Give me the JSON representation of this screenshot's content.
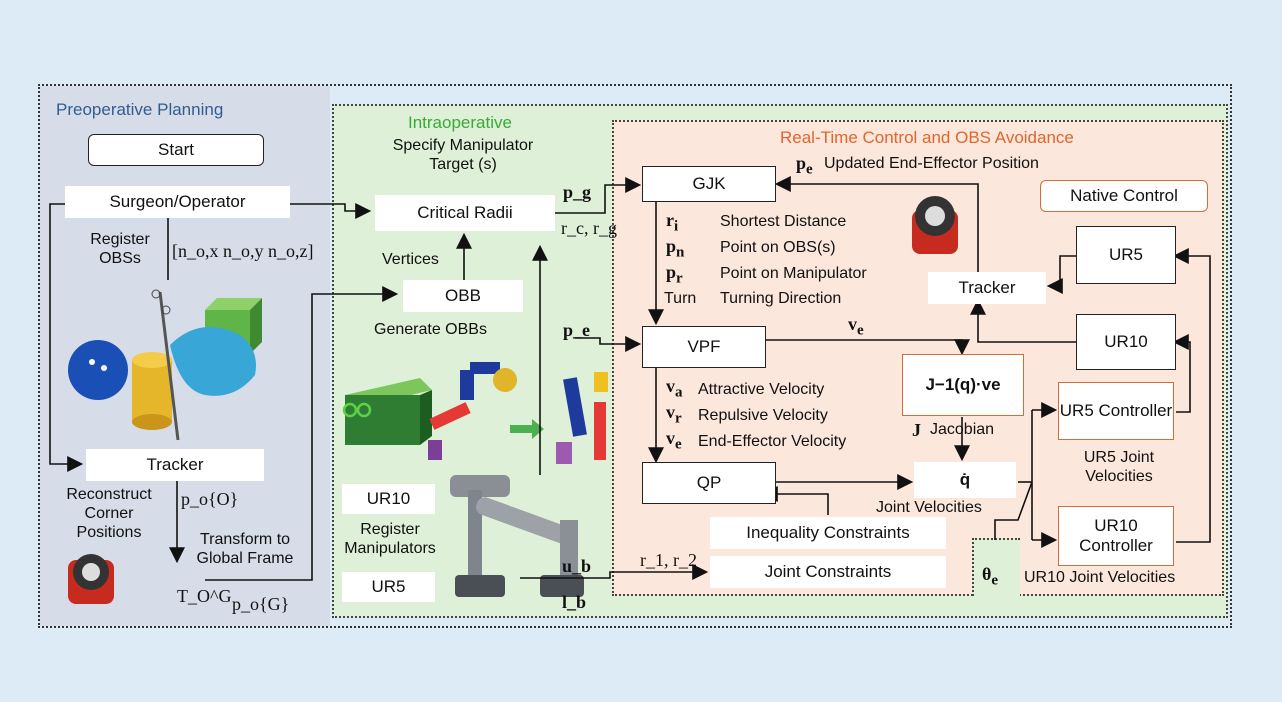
{
  "regions": {
    "preop_title": "Preoperative Planning",
    "intra_title": "Intraoperative",
    "rt_title": "Real-Time Control and OBS Avoidance"
  },
  "boxes": {
    "start": "Start",
    "surgeon": "Surgeon/Operator",
    "tracker_left": "Tracker",
    "critical_radii": "Critical Radii",
    "obb": "OBB",
    "ur10_reg": "UR10",
    "ur5_reg": "UR5",
    "gjk": "GJK",
    "vpf": "VPF",
    "qp": "QP",
    "jacobian_inv": "J−1(q)·ve",
    "qdot": "q̇",
    "ineq": "Inequality Constraints",
    "joint_constraints": "Joint Constraints",
    "native_control": "Native Control",
    "ur5_right": "UR5",
    "ur10_right": "UR10",
    "tracker_right": "Tracker",
    "ur5_controller": "UR5 Controller",
    "ur10_controller": "UR10 Controller"
  },
  "labels": {
    "register_obss": "Register OBSs",
    "normals": "[n_o,x  n_o,y  n_o,z]",
    "reconstruct": "Reconstruct Corner Positions",
    "po_O": "p_o{O}",
    "transform": "Transform to Global Frame",
    "T_OG": "T_O^G",
    "po_G": "p_o{G}",
    "specify": "Specify Manipulator Target (s)",
    "vertices": "Vertices",
    "generate_obbs": "Generate OBBs",
    "register_manip": "Register Manipulators",
    "pg": "p_g",
    "rc_rg": "r_c, r_g",
    "pe_left": "p_e",
    "ub": "u_b",
    "lb": "l_b",
    "r1r2": "r_1, r_2",
    "pe_updated": "Updated End-Effector Position",
    "ri": "Shortest Distance",
    "pn": "Point on OBS(s)",
    "pr": "Point on Manipulator",
    "turn_sym": "Turn",
    "turn": "Turning Direction",
    "ve_top": "v_e",
    "va": "Attractive Velocity",
    "vr": "Repulsive Velocity",
    "ve": "End-Effector Velocity",
    "J": "Jacobian",
    "joint_velocities": "Joint Velocities",
    "ur5_joint_vel": "UR5 Joint Velocities",
    "ur10_joint_vel": "UR10 Joint Velocities",
    "theta_e": "θ_e"
  }
}
